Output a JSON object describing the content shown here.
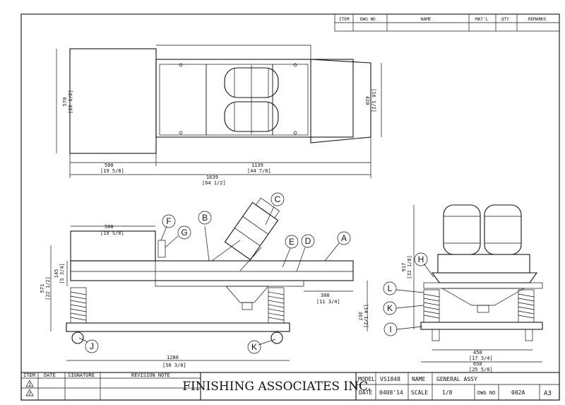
{
  "parts_table": {
    "headers": [
      "ITEM",
      "DWG NO",
      "NAME",
      "MAT'L",
      "QTY",
      "REMARKS"
    ]
  },
  "top_view": {
    "dim_height_mm": "570",
    "dim_height_in": "[22 1/2]",
    "dim_right_mm": "420",
    "dim_right_in": "[16 1/2]",
    "dim_left_mm": "500",
    "dim_left_in": "[19 5/8]",
    "dim_mid_mm": "1139",
    "dim_mid_in": "[44 7/8]",
    "dim_total_mm": "1639",
    "dim_total_in": "[64 1/2]"
  },
  "front_view": {
    "dim_hopper_mm": "500",
    "dim_hopper_in": "[19 5/8]",
    "dim_h145_mm": "145",
    "dim_h145_in": "[5 3/4]",
    "dim_h571_mm": "571",
    "dim_h571_in": "[22 1/2]",
    "dim_300_mm": "300",
    "dim_300_in": "[11 3/4]",
    "dim_367_mm": "367",
    "dim_367_in": "[14 1/2]",
    "dim_1280_mm": "1280",
    "dim_1280_in": "[50 3/8]"
  },
  "side_view": {
    "dim_917_mm": "917",
    "dim_917_in": "[32 1/8]",
    "dim_450_mm": "450",
    "dim_450_in": "[17 3/4]",
    "dim_650_mm": "650",
    "dim_650_in": "[25 5/8]"
  },
  "callouts": [
    "A",
    "B",
    "C",
    "D",
    "E",
    "F",
    "G",
    "H",
    "I",
    "J",
    "K",
    "K",
    "L"
  ],
  "title_block": {
    "rev_headers": [
      "ITEM",
      "DATE",
      "SIGNATURE",
      "REVISION NOTE"
    ],
    "rev_items": [
      "1",
      "2"
    ],
    "company": "FINISHING ASSOCIATES INC.",
    "model_label": "MODEL",
    "model_value": "VS1848",
    "name_label": "NAME",
    "name_value": "GENERAL ASSY",
    "date_label": "DATE",
    "date_value": "0408'14",
    "scale_label": "SCALE",
    "scale_value": "1/8",
    "dwg_label": "DWG NO",
    "dwg_value": "002A",
    "sheet_size": "A3"
  }
}
